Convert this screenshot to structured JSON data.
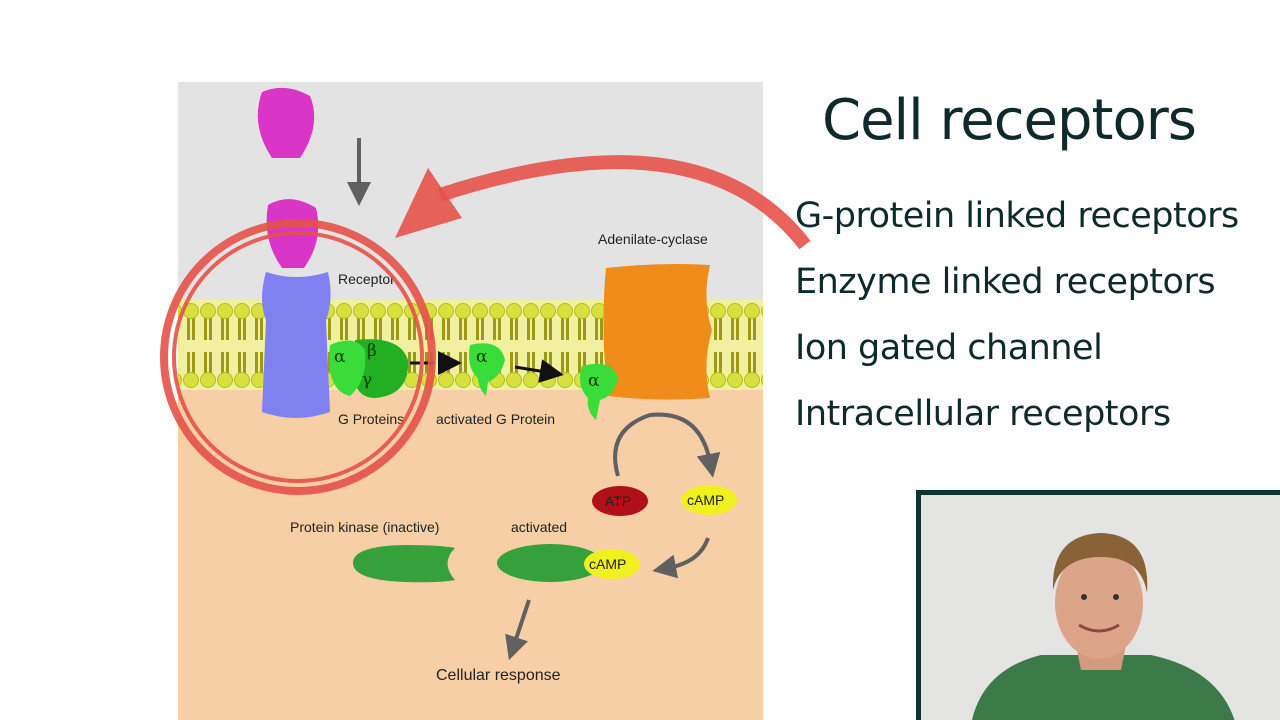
{
  "slide": {
    "title": "Cell receptors",
    "items": [
      "G-protein linked receptors",
      "Enzyme linked receptors",
      "Ion gated channel",
      "Intracellular receptors"
    ]
  },
  "diagram": {
    "labels": {
      "receptor": "Receptor",
      "adenilate_cyclase": "Adenilate-cyclase",
      "g_proteins": "G Proteins",
      "activated_g_protein": "activated G Protein",
      "atp": "ATP",
      "camp": "cAMP",
      "camp_bound": "cAMP",
      "protein_kinase_inactive": "Protein kinase (inactive)",
      "activated": "activated",
      "cellular_response": "Cellular response",
      "alpha": "α",
      "beta": "β",
      "gamma": "γ"
    },
    "colors": {
      "extracellular": "#e3e3e3",
      "cytoplasm": "#f7cfa6",
      "highlight": "#e5524a",
      "ligand": "#d936c8",
      "receptor": "#8080f0",
      "g_protein": "#2ec82e",
      "adenylate_cyclase": "#f08c1a",
      "atp": "#b0101a",
      "camp": "#f0f020",
      "kinase": "#36a03a"
    }
  },
  "video": {
    "description_icon": "presenter-video"
  }
}
